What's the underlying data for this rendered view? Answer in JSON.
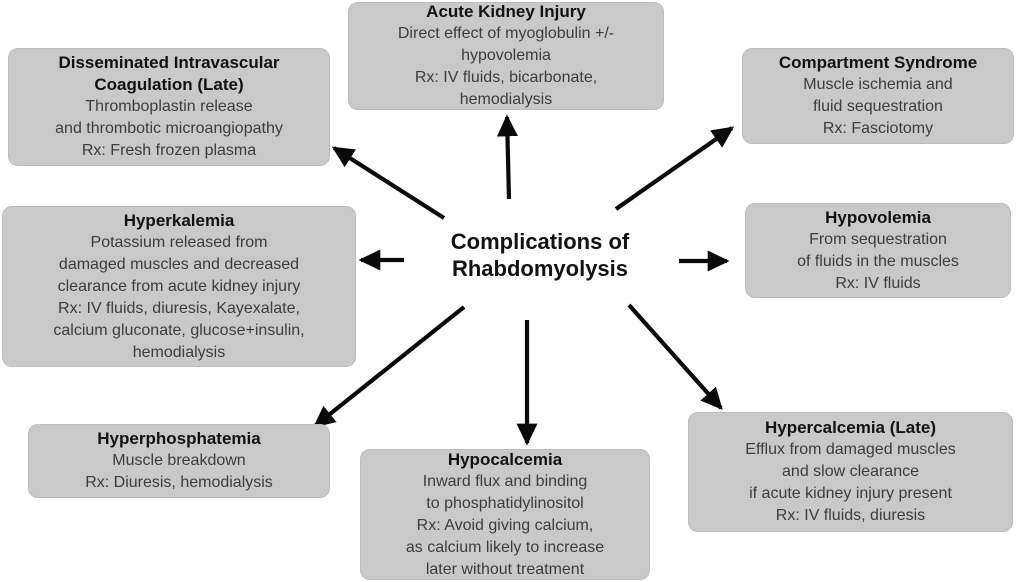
{
  "center": {
    "title": "Complications of\nRhabdomyolysis"
  },
  "nodes": {
    "aki": {
      "title": "Acute Kidney Injury",
      "body": "Direct effect of myoglobulin +/-\nhypovolemia\nRx: IV fluids, bicarbonate,\nhemodialysis"
    },
    "dic": {
      "title": "Disseminated Intravascular\nCoagulation (Late)",
      "body": "Thromboplastin release\nand thrombotic microangiopathy\nRx: Fresh frozen plasma"
    },
    "compartment": {
      "title": "Compartment Syndrome",
      "body": "Muscle ischemia and\nfluid sequestration\nRx: Fasciotomy"
    },
    "hyperkalemia": {
      "title": "Hyperkalemia",
      "body": "Potassium released from\ndamaged muscles and decreased\nclearance from acute kidney injury\nRx: IV fluids, diuresis, Kayexalate,\ncalcium gluconate, glucose+insulin,\nhemodialysis"
    },
    "hypovolemia": {
      "title": "Hypovolemia",
      "body": "From sequestration\nof fluids in the muscles\nRx: IV fluids"
    },
    "hyperphosphatemia": {
      "title": "Hyperphosphatemia",
      "body": "Muscle breakdown\nRx: Diuresis, hemodialysis"
    },
    "hypocalcemia": {
      "title": "Hypocalcemia",
      "body": "Inward flux and binding\nto phosphatidylinositol\nRx: Avoid giving calcium,\nas calcium likely to increase\nlater without treatment"
    },
    "hypercalcemia": {
      "title": "Hypercalcemia (Late)",
      "body": "Efflux from damaged muscles\nand slow clearance\nif acute kidney injury present\nRx: IV fluids, diuresis"
    }
  },
  "colors": {
    "background": "#ffffff",
    "box_fill": "#c9c9c9",
    "box_edge": "#bdbdbd",
    "text_title": "#121212",
    "text_body": "#3d3d3d",
    "arrow": "#0a0a0a"
  }
}
